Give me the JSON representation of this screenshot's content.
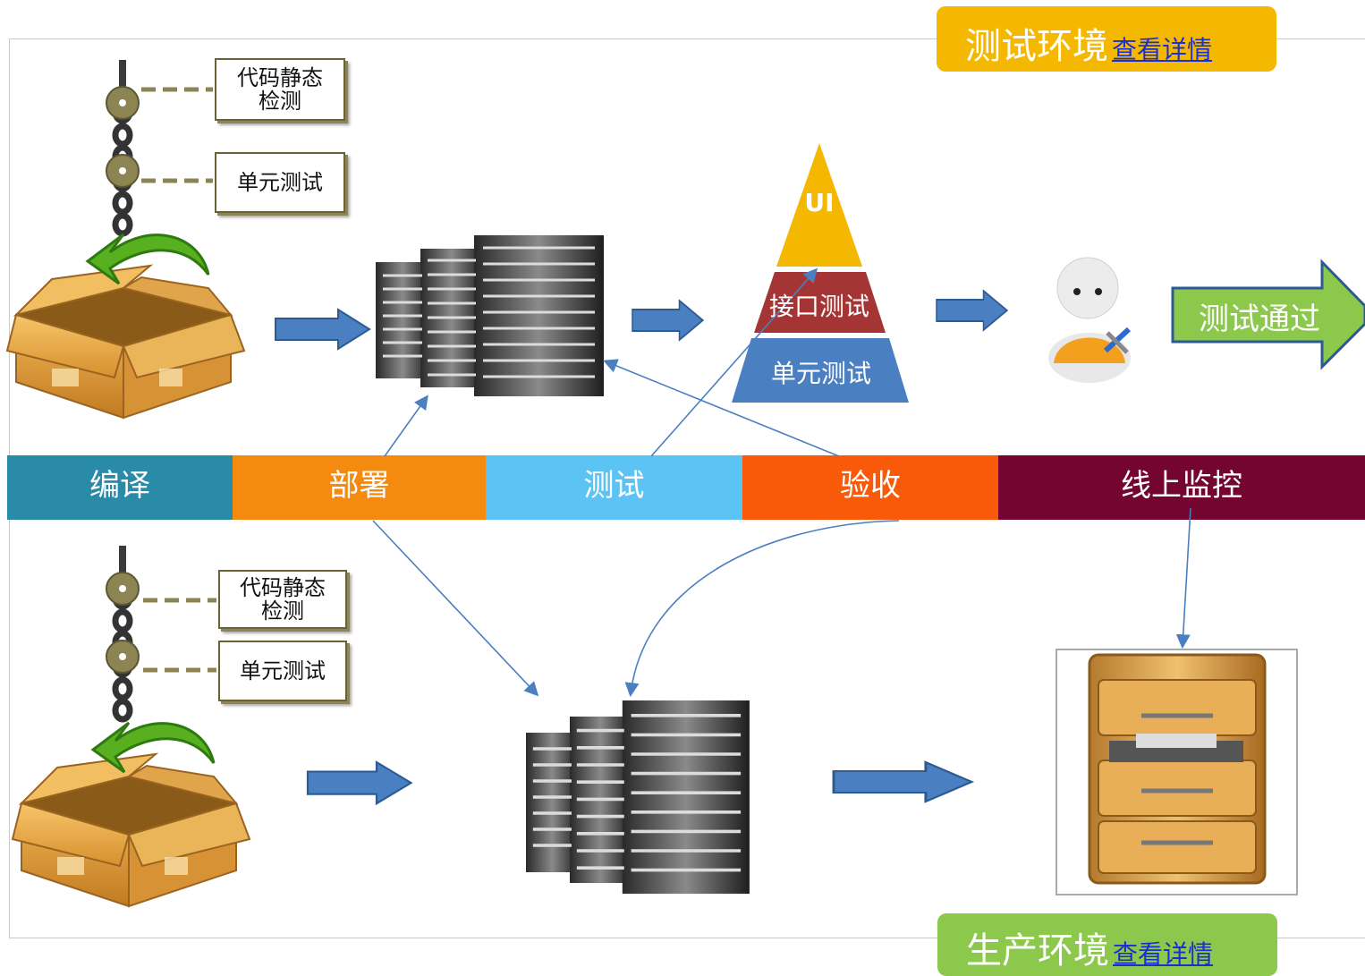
{
  "test_env": {
    "title": "测试环境",
    "link": "查看详情",
    "color": "#f5b800"
  },
  "prod_env": {
    "title": "生产环境",
    "link": "查看详情",
    "color": "#8cc84b"
  },
  "stages": [
    {
      "label": "编译",
      "color": "#2a8ba8"
    },
    {
      "label": "部署",
      "color": "#f58a10"
    },
    {
      "label": "测试",
      "color": "#5cc4f4"
    },
    {
      "label": "验收",
      "color": "#f95a0a"
    },
    {
      "label": "线上监控",
      "color": "#740530"
    }
  ],
  "top_checks": {
    "static_check": "代码静态\n检测",
    "unit_test": "单元测试"
  },
  "bottom_checks": {
    "static_check": "代码静态\n检测",
    "unit_test": "单元测试"
  },
  "pyramid": {
    "top": "UI",
    "middle": "接口测试",
    "bottom": "单元测试",
    "colors": {
      "top": "#f5b800",
      "middle": "#a53535",
      "bottom": "#4a7fc1"
    }
  },
  "pass_arrow": {
    "label": "测试通过",
    "color": "#8cc84b"
  },
  "icons": [
    "package-box-icon",
    "server-rack-icon",
    "tester-person-icon",
    "file-cabinet-icon",
    "chain-icon"
  ]
}
